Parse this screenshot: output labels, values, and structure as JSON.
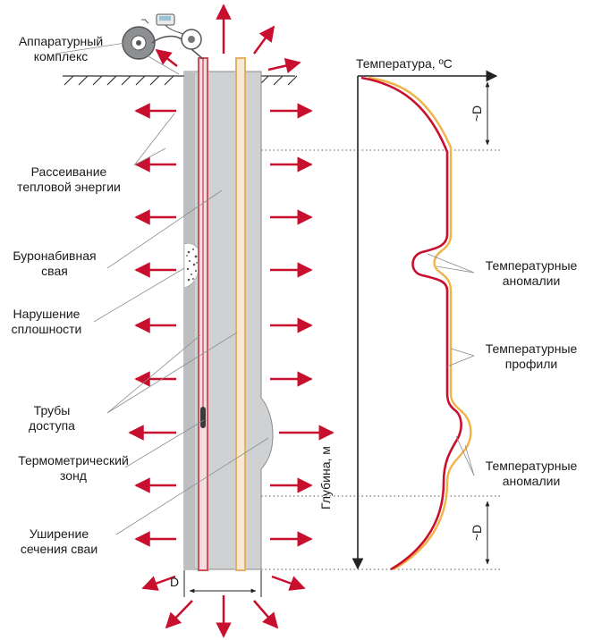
{
  "labels": {
    "equipment": [
      "Аппаратурный",
      "комплекс"
    ],
    "heat": [
      "Рассеивание",
      "тепловой энергии"
    ],
    "pile": [
      "Буронабивная",
      "свая"
    ],
    "defect": [
      "Нарушение",
      "сплошности"
    ],
    "tubes": [
      "Трубы",
      "доступа"
    ],
    "probe": [
      "Термометрический",
      "зонд"
    ],
    "widening": [
      "Уширение",
      "сечения сваи"
    ],
    "anomalies_top": [
      "Температурные",
      "аномалии"
    ],
    "profiles": [
      "Температурные",
      "профили"
    ],
    "anomalies_bottom": [
      "Температурные",
      "аномалии"
    ]
  },
  "axis": {
    "temperature": "Температура, ºС",
    "depth": "Глубина, м"
  },
  "dimensions": {
    "d_top": "~D",
    "d_bottom": "~D",
    "diameter": "D"
  },
  "colors": {
    "pile_fill": "#cfd1d3",
    "arrow": "#c8102e",
    "profile_red": "#c8102e",
    "profile_orange": "#f0b347",
    "tube_red": "#d1505c",
    "tube_orange": "#e6b061"
  }
}
